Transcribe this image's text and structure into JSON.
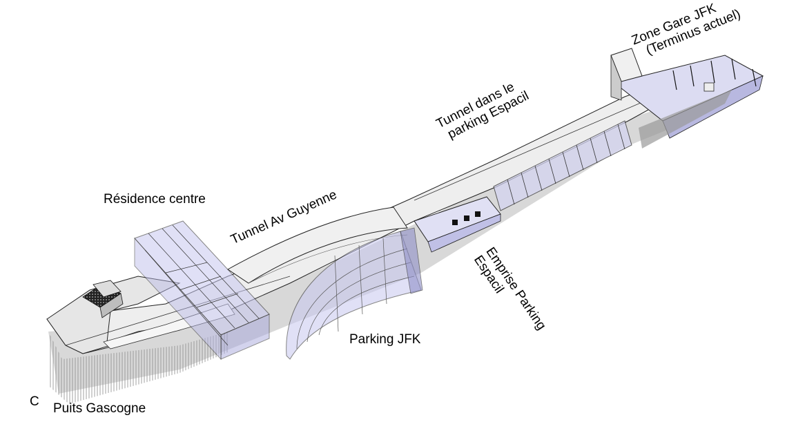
{
  "labels": {
    "zone_gare_jfk_line1": "Zone Gare JFK",
    "zone_gare_jfk_line2": "(Terminus actuel)",
    "tunnel_espacil_line1": "Tunnel dans le",
    "tunnel_espacil_line2": "parking Espacil",
    "residence_centre": "Résidence centre",
    "tunnel_av_guyenne": "Tunnel Av Guyenne",
    "emprise_parking_line1": "Emprise Parking",
    "emprise_parking_line2": "Espacil",
    "parking_jfk": "Parking JFK",
    "corner_letter": "C",
    "puits_gascogne": "Puits Gascogne"
  },
  "colors": {
    "structure_fill": "#eeeeee",
    "structure_shadow": "#9a9a9a",
    "glass_fill": "#c8c8f0",
    "line": "#222222"
  }
}
